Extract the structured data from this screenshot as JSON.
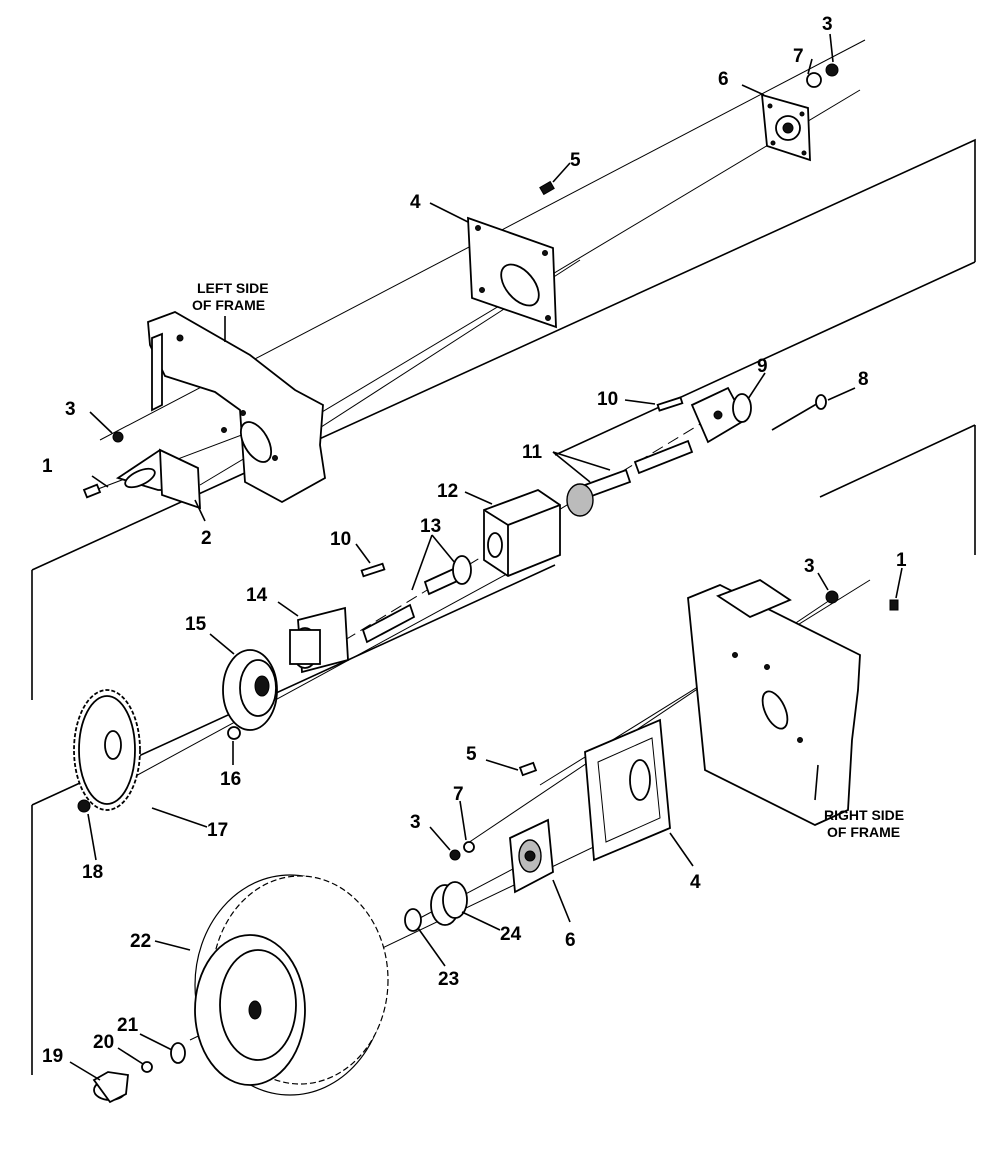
{
  "callouts": {
    "c1": "1",
    "c2": "2",
    "c3": "3",
    "c4": "4",
    "c5": "5",
    "c6": "6",
    "c7": "7",
    "c8": "8",
    "c9": "9",
    "c10": "10",
    "c11": "11",
    "c12": "12",
    "c13": "13",
    "c14": "14",
    "c15": "15",
    "c16": "16",
    "c17": "17",
    "c18": "18",
    "c19": "19",
    "c20": "20",
    "c21": "21",
    "c22": "22",
    "c23": "23",
    "c24": "24"
  },
  "labels": {
    "left_frame_line1": "LEFT SIDE",
    "left_frame_line2": "OF FRAME",
    "right_frame_line1": "RIGHT SIDE",
    "right_frame_line2": "OF FRAME"
  }
}
